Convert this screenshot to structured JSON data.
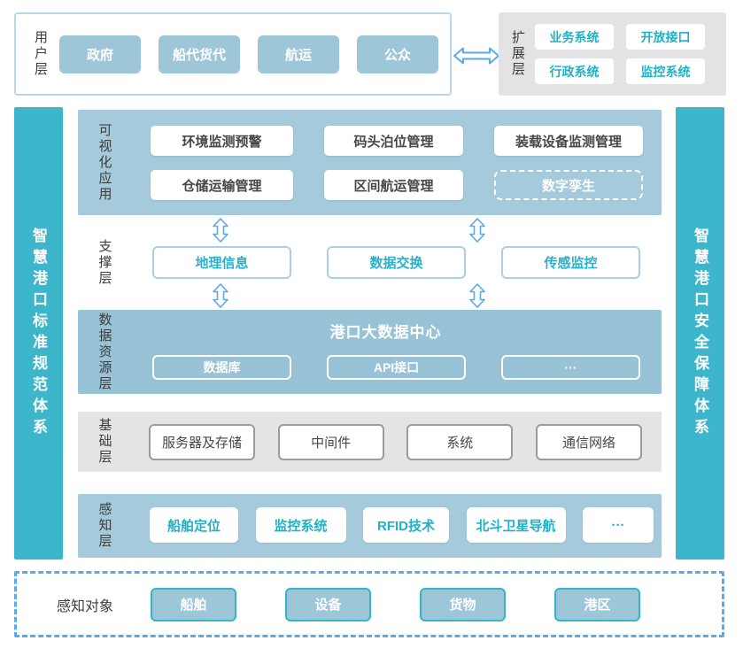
{
  "colors": {
    "band_blue": "#a5cadc",
    "data_band_blue": "#98c2d6",
    "sidebar_teal": "#3db5cb",
    "node_button_blue": "#9dc6d9",
    "teal_text": "#1fb2c6",
    "arrow_blue": "#58abe7",
    "gray_band": "#e4e4e6",
    "dark_text": "#3d3d3d"
  },
  "user_layer": {
    "label": "用户层",
    "items": [
      "政府",
      "船代货代",
      "航运",
      "公众"
    ]
  },
  "extension_layer": {
    "label": "扩展层",
    "items": [
      "业务系统",
      "开放接口",
      "行政系统",
      "监控系统"
    ]
  },
  "left_bar": {
    "text": "智慧港口标准规范体系"
  },
  "right_bar": {
    "text": "智慧港口安全保障体系"
  },
  "visualization_layer": {
    "label": "可视化应用",
    "row1": [
      "环境监测预警",
      "码头泊位管理",
      "装载设备监测管理"
    ],
    "row2": [
      "仓储运输管理",
      "区间航运管理"
    ],
    "dashed_item": "数字孪生"
  },
  "support_layer": {
    "label": "支撑层",
    "items": [
      "地理信息",
      "数据交换",
      "传感监控"
    ]
  },
  "data_layer": {
    "label": "数据资源层",
    "title": "港口大数据中心",
    "items": [
      "数据库",
      "API接口",
      "···"
    ]
  },
  "infrastructure_layer": {
    "label": "基础层",
    "items": [
      "服务器及存储",
      "中间件",
      "系统",
      "通信网络"
    ]
  },
  "perception_layer": {
    "label": "感知层",
    "items": [
      "船舶定位",
      "监控系统",
      "RFID技术",
      "北斗卫星导航",
      "···"
    ]
  },
  "perception_objects": {
    "label": "感知对象",
    "items": [
      "船舶",
      "设备",
      "货物",
      "港区"
    ]
  }
}
